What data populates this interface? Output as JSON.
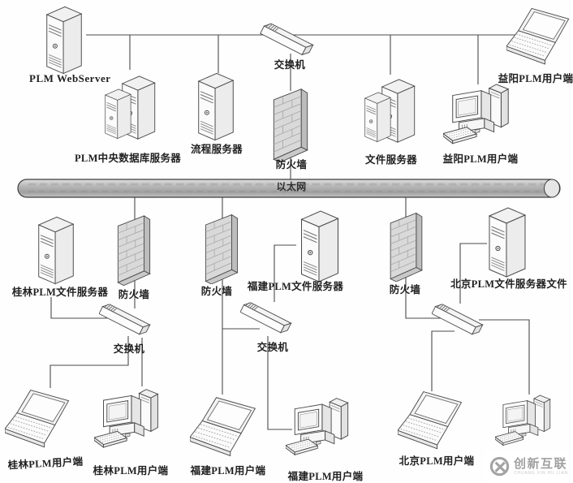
{
  "bus": {
    "label": "以太网"
  },
  "nodes": {
    "plm_webserver": {
      "label": "PLM WebServer",
      "type": "tower-server"
    },
    "central_db_server": {
      "label": "PLM中央数据库服务器",
      "type": "dual-tower-server"
    },
    "process_server": {
      "label": "流程服务器",
      "type": "tower-server"
    },
    "top_switch": {
      "label": "交换机",
      "type": "switch"
    },
    "top_firewall": {
      "label": "防火墙",
      "type": "firewall"
    },
    "file_server": {
      "label": "文件服务器",
      "type": "dual-tower-server"
    },
    "yiyang_desktop": {
      "label": "益阳PLM用户端",
      "type": "desktop-client"
    },
    "yiyang_laptop": {
      "label": "益阳PLM用户端",
      "type": "laptop-client"
    },
    "guilin_file_server": {
      "label": "桂林PLM文件服务器",
      "type": "tower-server"
    },
    "guilin_firewall": {
      "label": "防火墙",
      "type": "firewall"
    },
    "guilin_switch": {
      "label": "交换机",
      "type": "switch"
    },
    "guilin_laptop": {
      "label": "桂林PLM用户端",
      "type": "laptop-client"
    },
    "guilin_desktop": {
      "label": "桂林PLM用户端",
      "type": "desktop-client"
    },
    "fujian_firewall": {
      "label": "防火墙",
      "type": "firewall"
    },
    "fujian_file_server": {
      "label": "福建PLM文件服务器",
      "type": "tower-server"
    },
    "fujian_switch": {
      "label": "交换机",
      "type": "switch"
    },
    "fujian_laptop": {
      "label": "福建PLM用户端",
      "type": "laptop-client"
    },
    "fujian_desktop": {
      "label": "福建PLM用户端",
      "type": "desktop-client"
    },
    "beijing_firewall": {
      "label": "防火墙",
      "type": "firewall"
    },
    "beijing_file_server": {
      "label": "北京PLM文件服务器文件",
      "type": "tower-server"
    },
    "beijing_switch": {
      "type": "switch"
    },
    "beijing_laptop": {
      "label": "北京PLM用户端",
      "type": "laptop-client"
    },
    "beijing_desktop": {
      "type": "desktop-client"
    }
  },
  "watermark": {
    "brand": "创新互联",
    "subtext": "CHUANG XIN HU LIAN"
  },
  "colors": {
    "line": "#4a4a4a",
    "bus_fill": "#b4b4b4",
    "text": "#1f1f1f",
    "watermark_gray": "#a3a3a3"
  }
}
